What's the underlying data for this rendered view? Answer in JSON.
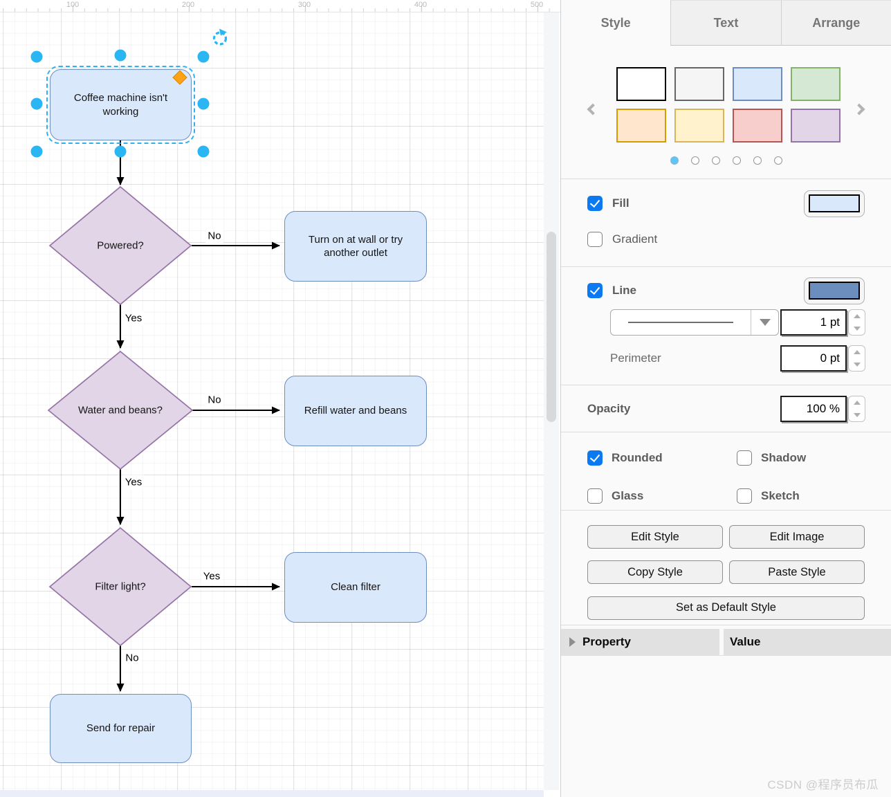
{
  "canvas": {
    "ruler_labels": [
      "100",
      "200",
      "300",
      "400",
      "500"
    ],
    "flow": {
      "nodes": [
        {
          "id": "start",
          "label": "Coffee machine isn't working",
          "type": "rounded-rect",
          "selected": true
        },
        {
          "id": "powered",
          "label": "Powered?",
          "type": "decision"
        },
        {
          "id": "turn-on",
          "label": "Turn on at wall or try another outlet",
          "type": "rounded-rect"
        },
        {
          "id": "water-beans",
          "label": "Water and beans?",
          "type": "decision"
        },
        {
          "id": "refill",
          "label": "Refill water and beans",
          "type": "rounded-rect"
        },
        {
          "id": "filter-light",
          "label": "Filter light?",
          "type": "decision"
        },
        {
          "id": "clean-filter",
          "label": "Clean filter",
          "type": "rounded-rect"
        },
        {
          "id": "send-repair",
          "label": "Send for repair",
          "type": "rounded-rect"
        }
      ],
      "edge_labels": [
        "No",
        "Yes",
        "No",
        "Yes",
        "Yes",
        "No"
      ],
      "colors": {
        "process_fill": "#dae8fc",
        "process_stroke": "#6c8ebf",
        "decision_fill": "#e1d5e7",
        "decision_stroke": "#9673a6",
        "selection_handle": "#29b6f2",
        "rotate_handle": "#29b6f2",
        "edit_handle": "#ffa216"
      }
    }
  },
  "panel": {
    "tabs": [
      {
        "label": "Style",
        "active": true
      },
      {
        "label": "Text",
        "active": false
      },
      {
        "label": "Arrange",
        "active": false
      }
    ],
    "palette": {
      "swatches": [
        {
          "name": "none",
          "bg": "#ffffff",
          "border": "#000000"
        },
        {
          "name": "gray",
          "bg": "#f5f5f5",
          "border": "#666666"
        },
        {
          "name": "blue",
          "bg": "#dae8fc",
          "border": "#6c8ebf"
        },
        {
          "name": "green",
          "bg": "#d5e8d4",
          "border": "#82b366"
        },
        {
          "name": "orange",
          "bg": "#ffe6cc",
          "border": "#d79b00"
        },
        {
          "name": "yellow",
          "bg": "#fff2cc",
          "border": "#d6b656"
        },
        {
          "name": "red",
          "bg": "#f8cecc",
          "border": "#b85450"
        },
        {
          "name": "purple",
          "bg": "#e1d5e7",
          "border": "#9673a6"
        }
      ],
      "page_count": 6,
      "active_page": 0
    },
    "fill": {
      "label": "Fill",
      "checked": true,
      "color": "#dae8fc"
    },
    "gradient": {
      "label": "Gradient",
      "checked": false
    },
    "line": {
      "label": "Line",
      "checked": true,
      "color": "#6c8ebf",
      "width": "1 pt",
      "perimeter_label": "Perimeter",
      "perimeter": "0 pt"
    },
    "opacity": {
      "label": "Opacity",
      "value": "100 %"
    },
    "toggles": [
      {
        "label": "Rounded",
        "checked": true
      },
      {
        "label": "Shadow",
        "checked": false
      },
      {
        "label": "Glass",
        "checked": false
      },
      {
        "label": "Sketch",
        "checked": false
      }
    ],
    "buttons": {
      "edit_style": "Edit Style",
      "edit_image": "Edit Image",
      "copy_style": "Copy Style",
      "paste_style": "Paste Style",
      "set_default": "Set as Default Style"
    },
    "property_table": {
      "property_header": "Property",
      "value_header": "Value"
    }
  },
  "watermark": "CSDN @程序员布瓜"
}
